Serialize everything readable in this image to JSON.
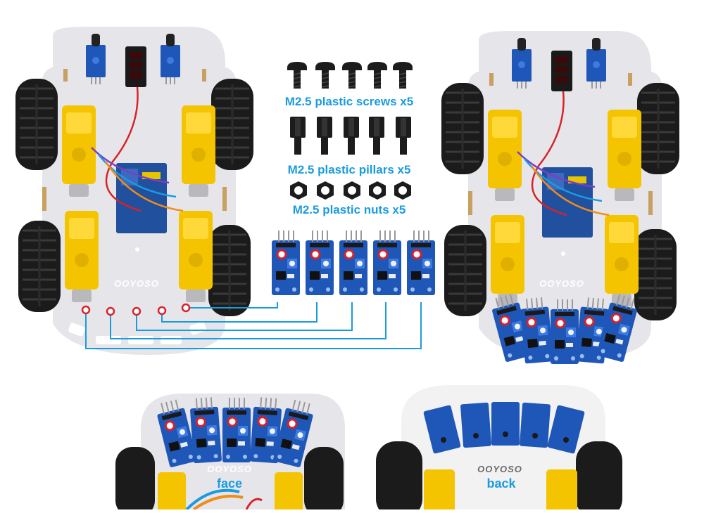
{
  "captions": {
    "screws": "M2.5 plastic screws x5",
    "pillars": "M2.5 plastic pillars x5",
    "nuts": "M2.5 plastic nuts x5"
  },
  "brand": "OOYOSO",
  "views": {
    "face": "face",
    "back": "back"
  },
  "colors": {
    "chassis": "#e6e6ea",
    "chassis_back": "#f2f2f2",
    "wheel": "#1b1b1b",
    "motor": "#f5c400",
    "sensor_board": "#1f57b8",
    "wire_blue": "#1a9be0",
    "marker_red": "#d8222a",
    "hardware": "#1c1c1c"
  },
  "icons": [
    "screw-icon",
    "pillar-icon",
    "nut-icon",
    "tracking-sensor-icon",
    "wheel-icon",
    "motor-icon"
  ]
}
